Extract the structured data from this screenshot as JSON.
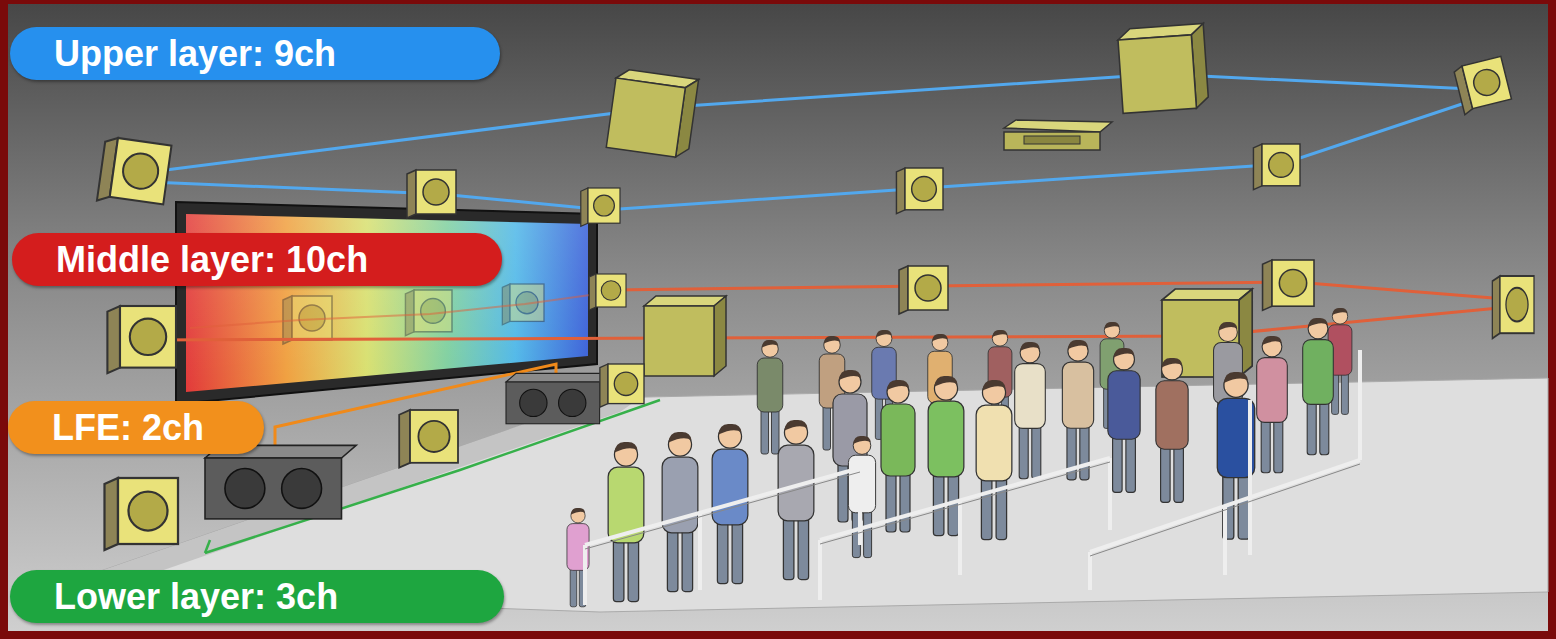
{
  "diagram": {
    "nodes": [
      {
        "text": [
          "Upper layer: 9ch"
        ]
      },
      {
        "text": [
          "Middle layer: 10ch"
        ]
      },
      {
        "text": [
          "LFE: 2ch"
        ]
      },
      {
        "text": [
          "Lower layer: 3ch"
        ]
      }
    ]
  }
}
